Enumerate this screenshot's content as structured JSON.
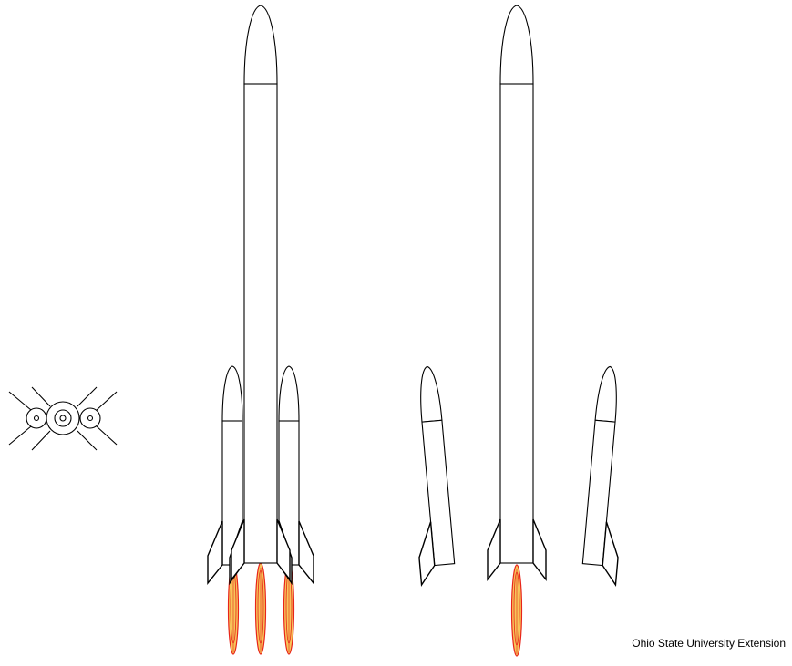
{
  "credit": "Ohio State University Extension",
  "colors": {
    "outline": "#000000",
    "flame_outer": "#e8241a",
    "flame_inner": "#f7c55a",
    "background": "#ffffff"
  },
  "figures": [
    {
      "name": "top-view",
      "description_icon": "rocket-cluster-top-view"
    },
    {
      "name": "rocket-with-boosters-firing",
      "description_icon": "rocket-icon"
    },
    {
      "name": "rocket-after-booster-separation",
      "description_icon": "rocket-icon"
    }
  ]
}
